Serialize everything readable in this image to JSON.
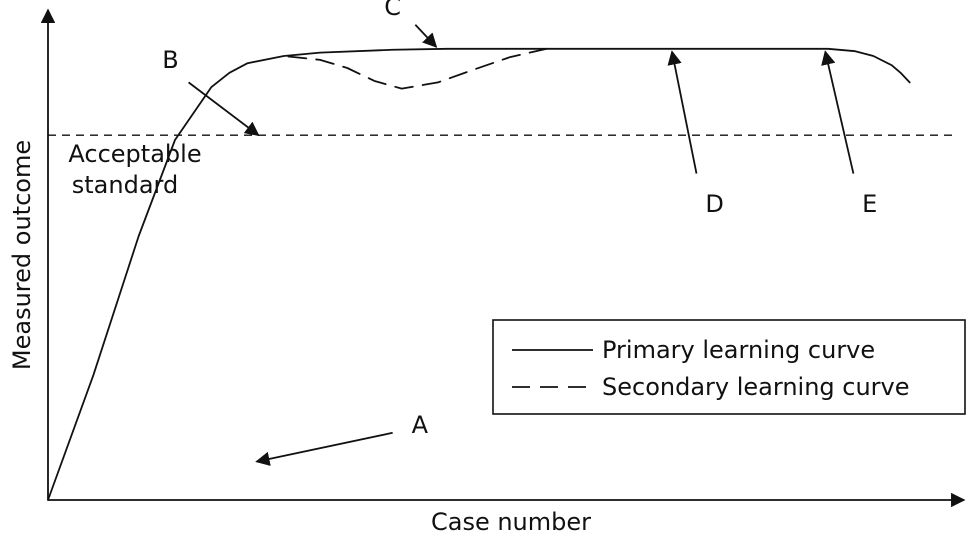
{
  "chart_data": {
    "type": "line",
    "title": "",
    "xlabel": "Case number",
    "ylabel": "Measured outcome",
    "xlim": [
      0,
      100
    ],
    "ylim": [
      0,
      100
    ],
    "grid": false,
    "legend_position": "right",
    "series": [
      {
        "name": "Primary learning curve",
        "style": "solid",
        "x": [
          0,
          5,
          10,
          14,
          18,
          20,
          22,
          26,
          30,
          38,
          44,
          50,
          60,
          70,
          80,
          86,
          89,
          91,
          93,
          94,
          95
        ],
        "y": [
          0,
          26,
          55,
          75,
          86,
          89,
          91,
          92.5,
          93.2,
          93.8,
          94,
          94,
          94,
          94,
          94,
          94,
          93.5,
          92.5,
          90.6,
          89,
          87
        ]
      },
      {
        "name": "Secondary learning curve",
        "style": "dashed",
        "x": [
          26.5,
          30,
          33,
          36,
          39,
          43,
          47,
          51,
          55
        ],
        "y": [
          92.4,
          91.7,
          90,
          87.3,
          85.7,
          87,
          89.7,
          92.3,
          94
        ]
      }
    ],
    "reference_line": {
      "y": 76,
      "label_lines": [
        "Acceptable",
        "standard"
      ]
    },
    "annotations": [
      {
        "label": "A",
        "text_x": 41,
        "text_y": 14,
        "arrow_from_x": 38,
        "arrow_from_y": 14,
        "arrow_to_x": 23,
        "arrow_to_y": 8
      },
      {
        "label": "B",
        "text_x": 13.5,
        "text_y": 90,
        "arrow_from_x": 15.5,
        "arrow_from_y": 87,
        "arrow_to_x": 23.2,
        "arrow_to_y": 76
      },
      {
        "label": "C",
        "text_x": 38,
        "text_y": 101,
        "arrow_from_x": 40.5,
        "arrow_from_y": 99,
        "arrow_to_x": 42.8,
        "arrow_to_y": 94.4
      },
      {
        "label": "D",
        "text_x": 73.5,
        "text_y": 60,
        "arrow_from_x": 71.5,
        "arrow_from_y": 68,
        "arrow_to_x": 68.8,
        "arrow_to_y": 93.4
      },
      {
        "label": "E",
        "text_x": 90.6,
        "text_y": 60,
        "arrow_from_x": 88.8,
        "arrow_from_y": 68,
        "arrow_to_x": 85.7,
        "arrow_to_y": 93.4
      }
    ]
  },
  "colors": {
    "ink": "#111111",
    "background": "#ffffff"
  }
}
